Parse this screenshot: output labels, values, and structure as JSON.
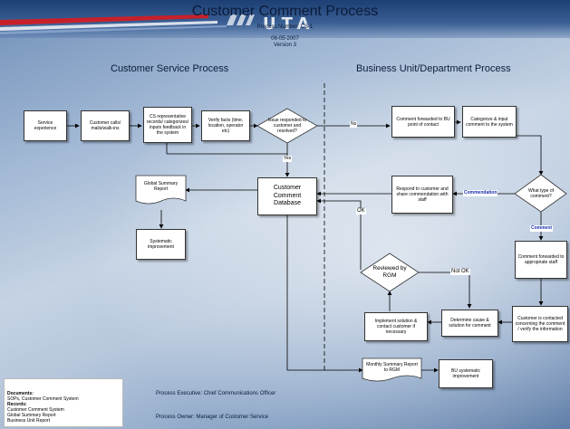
{
  "header": {
    "title": "Customer Comment Process",
    "process_number": "Process Number: CS-1",
    "date": "06-05-2007",
    "version": "Version 3",
    "logo_letters": "UTA"
  },
  "sections": {
    "left": "Customer Service Process",
    "right": "Business Unit/Department Process"
  },
  "boxes": {
    "service_experience": "Service experience",
    "customer_calls": "Customer calls/ mails/walk-ins",
    "cs_rep": "CS representative records/ categorizes/ inputs feedback in the system",
    "verify_facts": "Verify facts (time, location, operator etc)",
    "comment_forwarded_bu": "Comment forwarded to BU point of contact",
    "categorize_input": "Categorize & input comment to the system",
    "global_summary": "Global Summary Report",
    "systematic_improvement": "Systematic improvement",
    "database": "Customer Comment Database",
    "respond_share": "Respond to customer and share commendation with staff",
    "comment_forwarded_staff": "Comment forwarded to appropriate staff",
    "customer_contacted": "Customer is contacted concerning the comment / verify the information",
    "determine_cause": "Determine cause & solution for comment",
    "implement_solution": "Implement solution & contact customer if necessary",
    "monthly_summary": "Monthly Summary Report to RGM",
    "bu_systematic": "BU systematic improvement"
  },
  "decisions": {
    "issue_resolved": "Issue responded to customer and resolved?",
    "type_of_comment": "What type of comment?",
    "reviewed_by_rgm": "Reviewed by RGM"
  },
  "labels": {
    "no": "No",
    "yes": "Yes",
    "commendation": "Commendation",
    "comment": "Comment",
    "ok": "OK",
    "not_ok": "Not OK"
  },
  "footer": {
    "executive": "Process Executive: Chief Communications Officer",
    "owner": "Process Owner: Manager of Customer Service"
  },
  "documents": {
    "documents_heading": "Documents:",
    "documents_line": "SOPs, Customer Comment System",
    "records_heading": "Records:",
    "records_lines": [
      "Customer Comment System",
      "Global Summary Report",
      "Business Unit Report"
    ]
  },
  "colors": {
    "header_band": "#1d3f73",
    "label_blue": "#1a2fb0",
    "logo_red": "#c8202a"
  }
}
